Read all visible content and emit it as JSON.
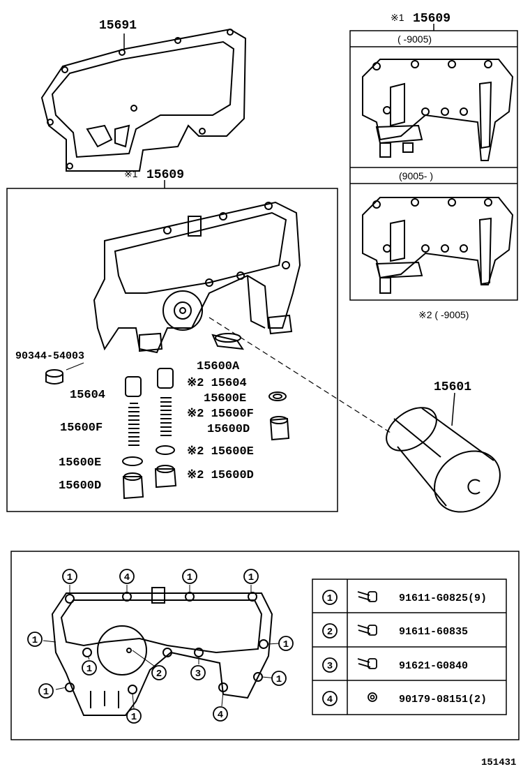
{
  "gasket_top": {
    "part_no": "15691"
  },
  "main_box": {
    "title_mark": "※1",
    "part_no": "15609"
  },
  "variant_box": {
    "title_mark": "※1",
    "part_no": "15609",
    "variant_a": "(      -9005)",
    "variant_b": "(9005-      )",
    "note": "※2 (      -9005)"
  },
  "parts": {
    "p90344": "90344-54003",
    "p15600A": "15600A",
    "p15604_left": "15604",
    "p15604_right": "※2 15604",
    "p15600E_top": "15600E",
    "p15600F_right": "※2 15600F",
    "p15600F_left": "15600F",
    "p15600D_top": "15600D",
    "p15600E_right": "※2 15600E",
    "p15600E_left": "15600E",
    "p15600D_left": "15600D",
    "p15600D_right": "※2 15600D",
    "p15601": "15601"
  },
  "bolt_legend": [
    {
      "key": "1",
      "part": "91611-G0825(9)"
    },
    {
      "key": "2",
      "part": "91611-60835"
    },
    {
      "key": "3",
      "part": "91621-G0840"
    },
    {
      "key": "4",
      "part": "90179-08151(2)"
    }
  ],
  "bolt_callouts": {
    "c1": "1",
    "c2": "4",
    "c3": "1",
    "c4": "1",
    "c5": "1",
    "c6": "1",
    "c7": "1",
    "c8": "2",
    "c9": "3",
    "c10": "1",
    "c11": "1",
    "c12": "1",
    "c13": "4"
  },
  "footer": {
    "figure_no": "151431"
  }
}
